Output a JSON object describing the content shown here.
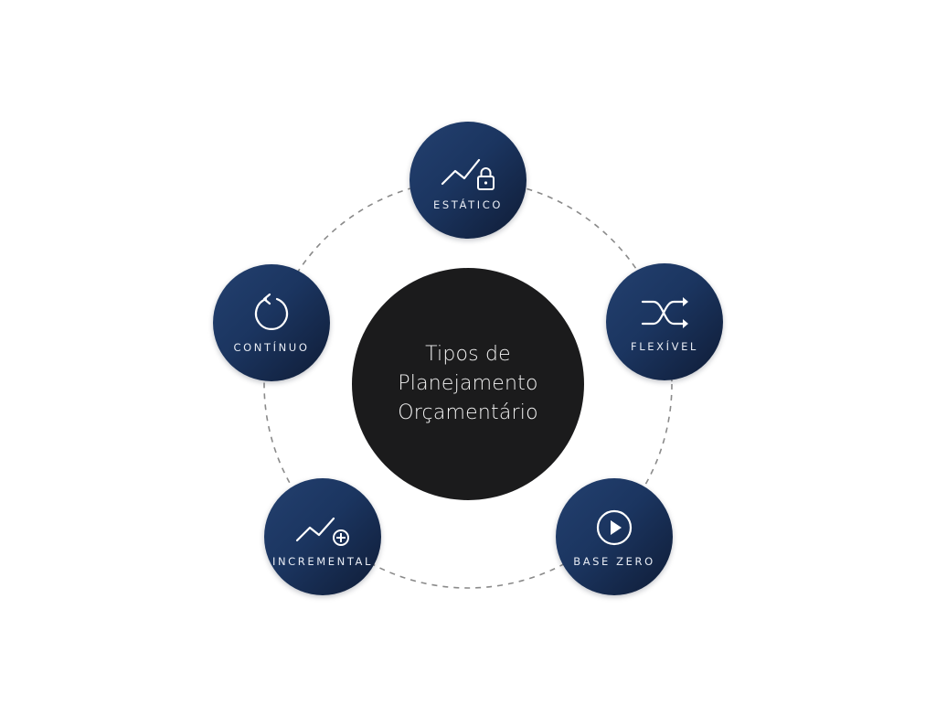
{
  "diagram": {
    "title": "Tipos de Planejamento Orçamentário",
    "nodes": [
      {
        "id": "estatico",
        "label": "ESTÁTICO",
        "icon": "line-chart-lock-icon"
      },
      {
        "id": "flexivel",
        "label": "FLEXÍVEL",
        "icon": "shuffle-icon"
      },
      {
        "id": "basezero",
        "label": "BASE ZERO",
        "icon": "play-circle-icon"
      },
      {
        "id": "incremental",
        "label": "INCREMENTAL",
        "icon": "line-chart-plus-icon"
      },
      {
        "id": "continuo",
        "label": "CONTÍNUO",
        "icon": "refresh-icon"
      }
    ]
  },
  "colors": {
    "center": "#1b1b1c",
    "node_light": "#23406f",
    "node_dark": "#0f1c36",
    "ring": "#8a8a8a"
  }
}
